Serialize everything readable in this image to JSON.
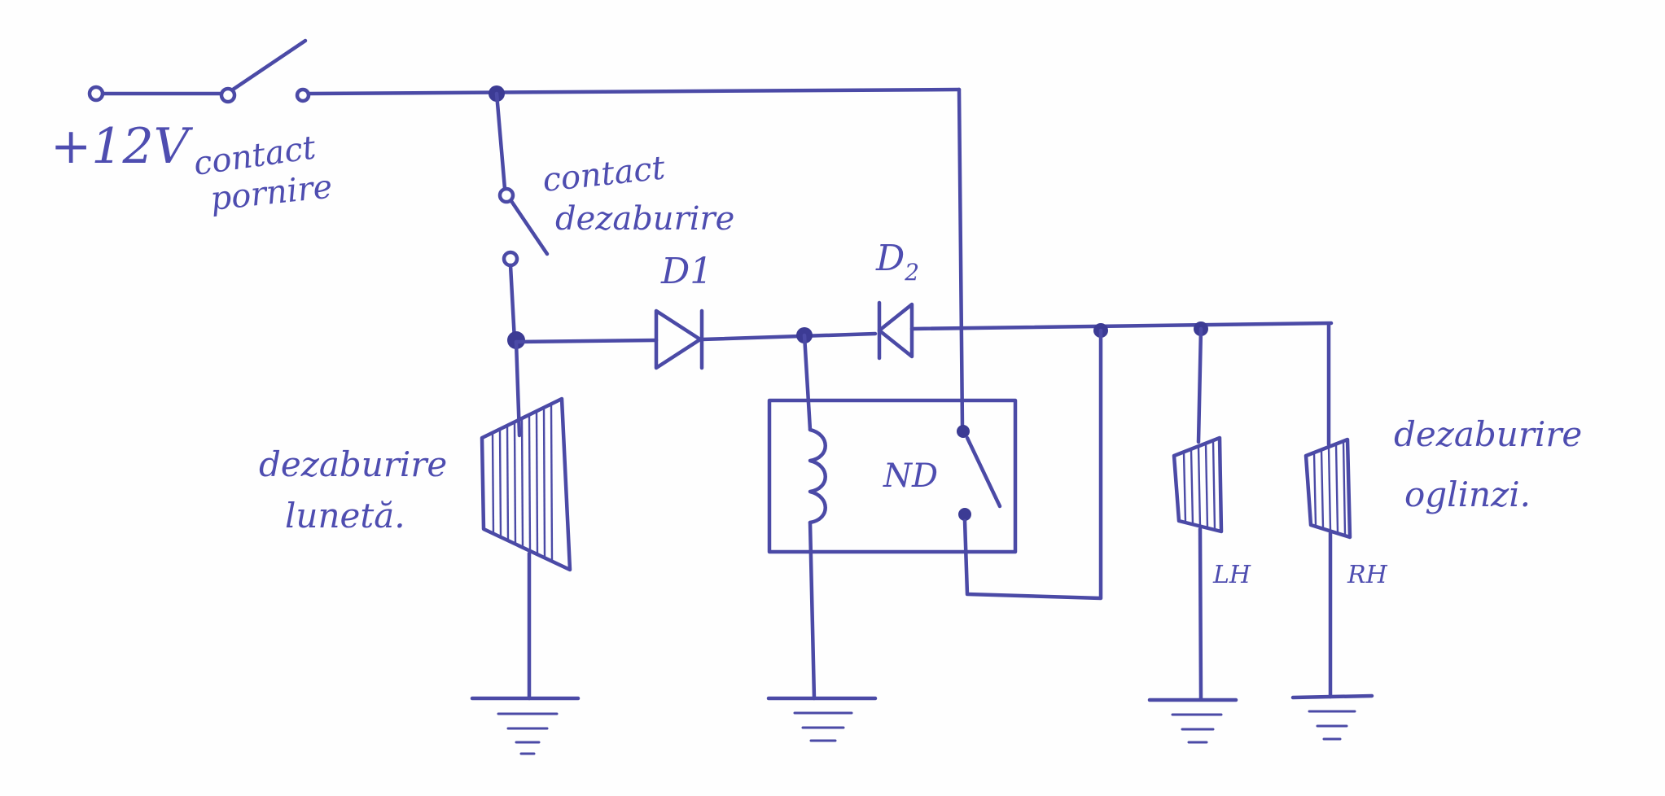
{
  "labels": {
    "supply": "+12V",
    "ignition_line1": "contact",
    "ignition_line2": "pornire",
    "defog_switch_line1": "contact",
    "defog_switch_line2": "dezaburire",
    "d1": "D1",
    "d2_letter": "D",
    "d2_sub": "2",
    "relay": "ND",
    "rear_window_line1": "dezaburire",
    "rear_window_line2": "lunetă.",
    "mirrors_line1": "dezaburire",
    "mirrors_line2": "oglinzi.",
    "left_mirror": "LH",
    "right_mirror": "RH"
  },
  "colors": {
    "ink": "#4b4aa6",
    "text": "#4e4db0",
    "paper": "#fefefe"
  }
}
